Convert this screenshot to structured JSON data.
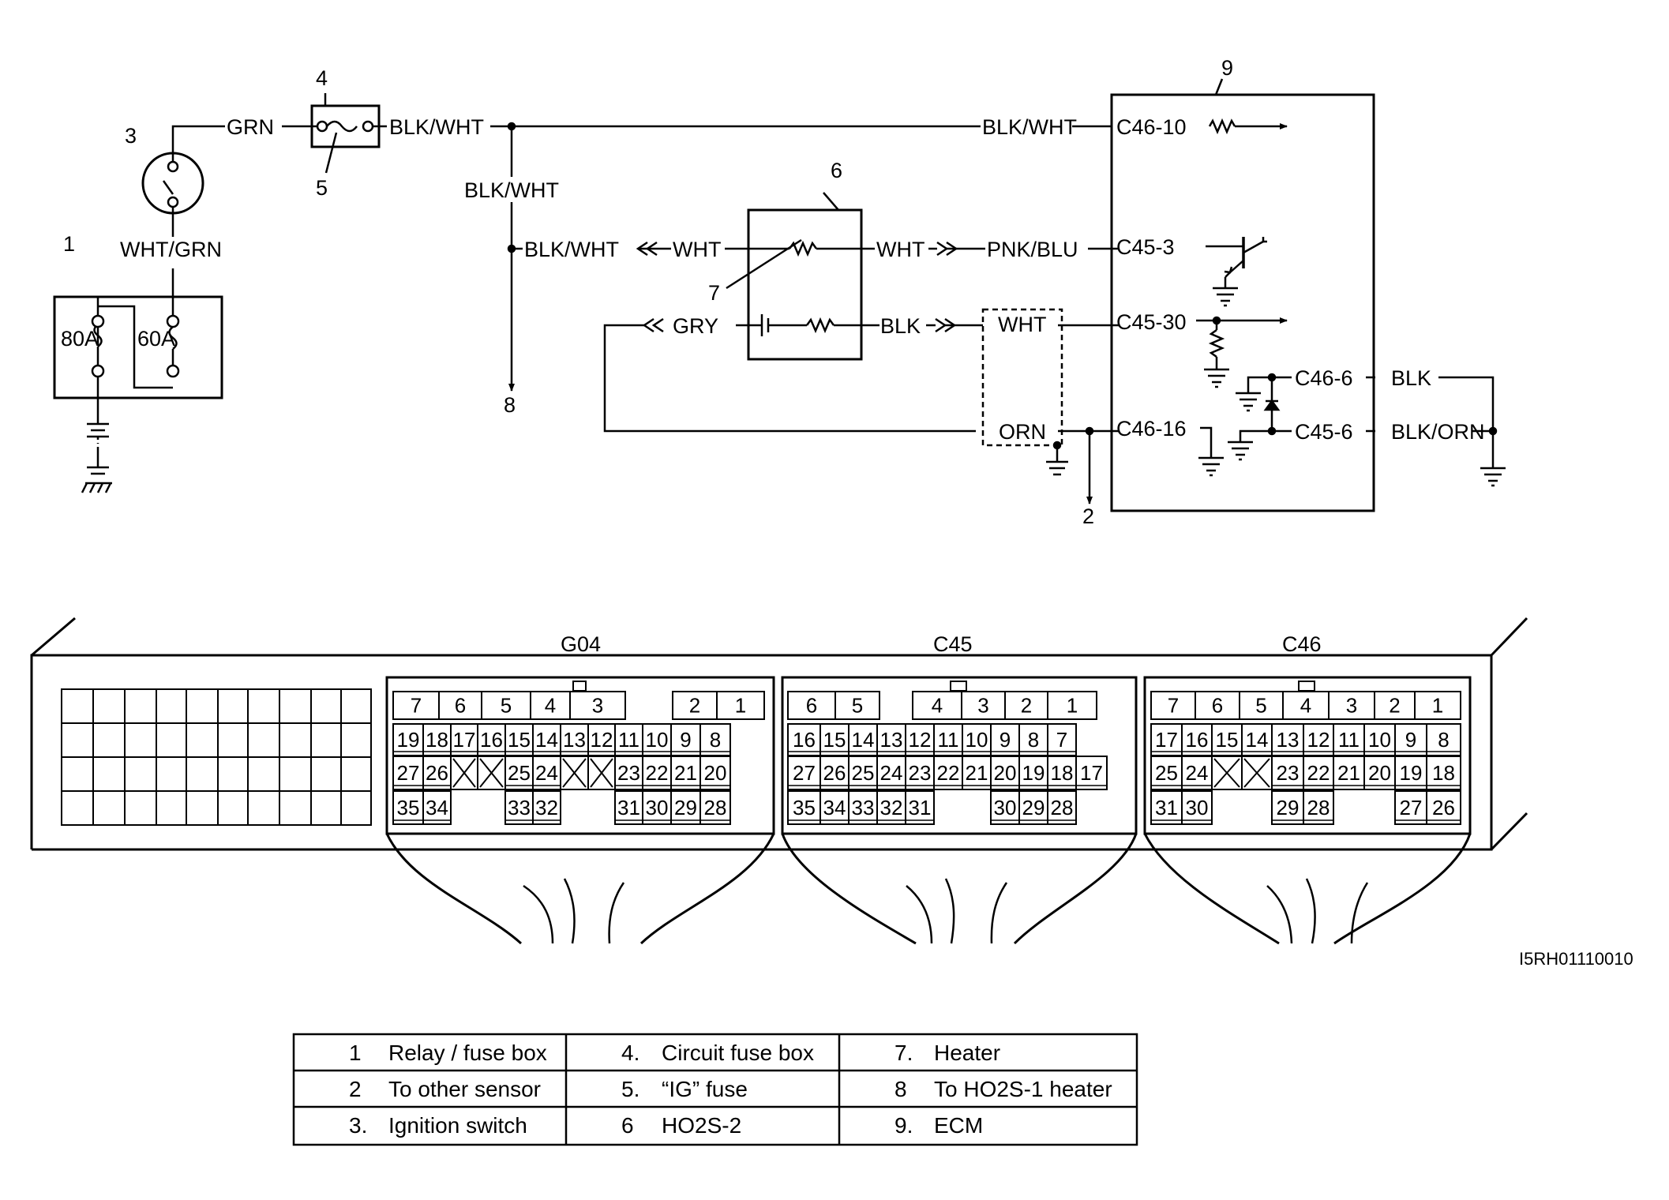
{
  "diagram": {
    "callouts": [
      "1",
      "2",
      "3",
      "4",
      "5",
      "6",
      "7",
      "8",
      "9"
    ],
    "wires": {
      "grn": "GRN",
      "wht_grn": "WHT/GRN",
      "blk_wht_fuse": "BLK/WHT",
      "blk_wht_drop": "BLK/WHT",
      "blk_wht_ecm": "BLK/WHT",
      "blk_wht_branch": "BLK/WHT",
      "wht_left": "WHT",
      "wht_right": "WHT",
      "pnk_blu": "PNK/BLU",
      "gry": "GRY",
      "blk": "BLK",
      "wht_shield": "WHT",
      "orn": "ORN",
      "blk_right": "BLK",
      "blk_orn": "BLK/ORN"
    },
    "fuses": {
      "f80": "80A",
      "f60": "60A"
    },
    "terminals": {
      "c46_10": "C46-10",
      "c45_3": "C45-3",
      "c45_30": "C45-30",
      "c46_16": "C46-16",
      "c46_6": "C46-6",
      "c45_6": "C45-6"
    }
  },
  "connectors": {
    "g04": {
      "label": "G04",
      "rows": [
        [
          "7",
          "6",
          "5",
          "4",
          "3",
          "",
          "2",
          "1"
        ],
        [
          "19",
          "18",
          "17",
          "16",
          "15",
          "14",
          "13",
          "12",
          "11",
          "10",
          "9",
          "8"
        ],
        [
          "27",
          "26",
          "",
          "",
          "25",
          "24",
          "",
          "",
          "23",
          "22",
          "21",
          "20"
        ],
        [
          "35",
          "34",
          "",
          "",
          "33",
          "32",
          "",
          "",
          "31",
          "30",
          "29",
          "28"
        ]
      ]
    },
    "c45": {
      "label": "C45",
      "rows": [
        [
          "6",
          "5",
          "",
          "4",
          "3",
          "2",
          "1"
        ],
        [
          "16",
          "15",
          "14",
          "13",
          "12",
          "11",
          "10",
          "9",
          "8",
          "7"
        ],
        [
          "27",
          "26",
          "25",
          "24",
          "23",
          "22",
          "21",
          "20",
          "19",
          "18",
          "17"
        ],
        [
          "35",
          "34",
          "33",
          "32",
          "31",
          "",
          "",
          "30",
          "29",
          "28"
        ]
      ]
    },
    "c46": {
      "label": "C46",
      "rows": [
        [
          "7",
          "6",
          "5",
          "4",
          "3",
          "2",
          "1"
        ],
        [
          "17",
          "16",
          "15",
          "14",
          "13",
          "12",
          "11",
          "10",
          "9",
          "8"
        ],
        [
          "25",
          "24",
          "",
          "",
          "23",
          "22",
          "21",
          "20",
          "19",
          "18"
        ],
        [
          "31",
          "30",
          "",
          "",
          "29",
          "28",
          "",
          "",
          "27",
          "26"
        ]
      ]
    }
  },
  "figure_code": "I5RH01110010",
  "legend": [
    [
      {
        "num": "1",
        "text": "Relay / fuse box"
      },
      {
        "num": "4.",
        "text": "Circuit fuse box"
      },
      {
        "num": "7.",
        "text": "Heater"
      }
    ],
    [
      {
        "num": "2",
        "text": "To other sensor"
      },
      {
        "num": "5.",
        "text": "“IG” fuse"
      },
      {
        "num": "8",
        "text": "To HO2S-1 heater"
      }
    ],
    [
      {
        "num": "3.",
        "text": "Ignition switch"
      },
      {
        "num": "6",
        "text": "HO2S-2"
      },
      {
        "num": "9.",
        "text": "ECM"
      }
    ]
  ]
}
